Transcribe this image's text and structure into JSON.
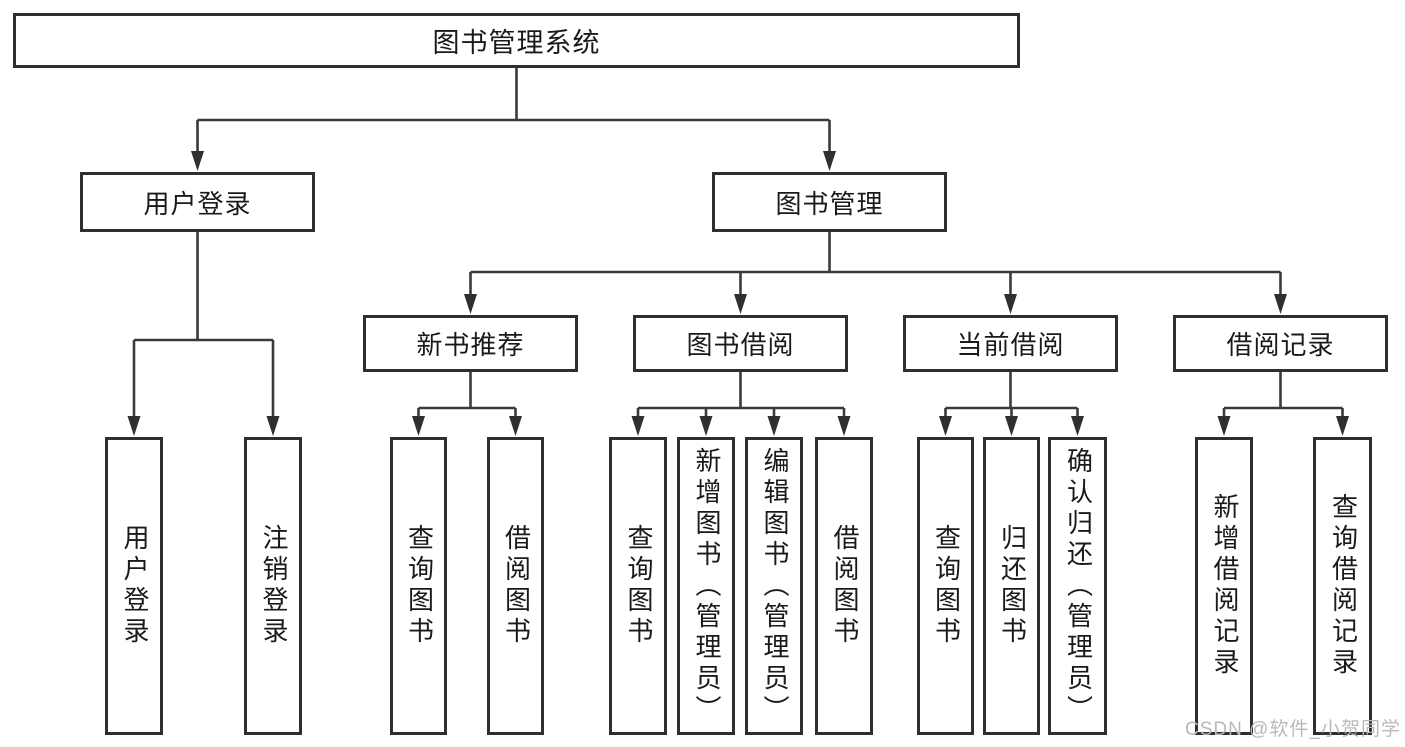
{
  "tree": {
    "label": "图书管理系统",
    "children": [
      {
        "label": "用户登录",
        "children": [
          {
            "label": "用户登录"
          },
          {
            "label": "注销登录"
          }
        ]
      },
      {
        "label": "图书管理",
        "children": [
          {
            "label": "新书推荐",
            "children": [
              {
                "label": "查询图书"
              },
              {
                "label": "借阅图书"
              }
            ]
          },
          {
            "label": "图书借阅",
            "children": [
              {
                "label": "查询图书"
              },
              {
                "label": "新增图书（管理员）"
              },
              {
                "label": "编辑图书（管理员）"
              },
              {
                "label": "借阅图书"
              }
            ]
          },
          {
            "label": "当前借阅",
            "children": [
              {
                "label": "查询图书"
              },
              {
                "label": "归还图书"
              },
              {
                "label": "确认归还（管理员）"
              }
            ]
          },
          {
            "label": "借阅记录",
            "children": [
              {
                "label": "新增借阅记录"
              },
              {
                "label": "查询借阅记录"
              }
            ]
          }
        ]
      }
    ]
  },
  "watermark": {
    "text": "CSDN @软件_小贺同学"
  },
  "colors": {
    "line": "#3a3a3a",
    "box_border": "#2f2f2f",
    "text": "#1a1a1a",
    "watermark": "#b9b9b9",
    "background": "#ffffff"
  }
}
